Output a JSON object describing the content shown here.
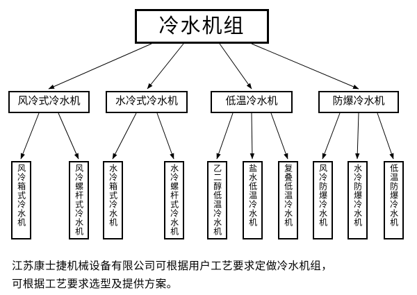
{
  "diagram": {
    "root": {
      "label": "冷水机组"
    },
    "categories": [
      {
        "label": "风冷式冷水机"
      },
      {
        "label": "水冷式冷水机"
      },
      {
        "label": "低温冷水机"
      },
      {
        "label": "防爆冷水机"
      }
    ],
    "leaves": [
      {
        "label": "风冷箱式冷水机",
        "parent": "风冷式冷水机"
      },
      {
        "label": "风冷螺杆式冷水机",
        "parent": "风冷式冷水机"
      },
      {
        "label": "水冷箱式冷水机",
        "parent": "水冷式冷水机"
      },
      {
        "label": "水冷螺杆式冷水机",
        "parent": "水冷式冷水机"
      },
      {
        "label": "乙二醇低温冷水机",
        "parent": "低温冷水机"
      },
      {
        "label": "盐水低温冷水机",
        "parent": "低温冷水机"
      },
      {
        "label": "复叠低温冷水机",
        "parent": "低温冷水机"
      },
      {
        "label": "风冷防爆冷水机",
        "parent": "防爆冷水机"
      },
      {
        "label": "水冷防爆冷水机",
        "parent": "防爆冷水机"
      },
      {
        "label": "低温防爆冷水机",
        "parent": "防爆冷水机"
      }
    ]
  },
  "caption": {
    "line1": "江苏康士捷机械设备有限公司可根据用户工艺要求定做冷水机组，",
    "line2": "可根据工艺要求选型及提供方案。"
  },
  "colors": {
    "background": "#ffffff",
    "line": "#000000",
    "text": "#000000"
  }
}
